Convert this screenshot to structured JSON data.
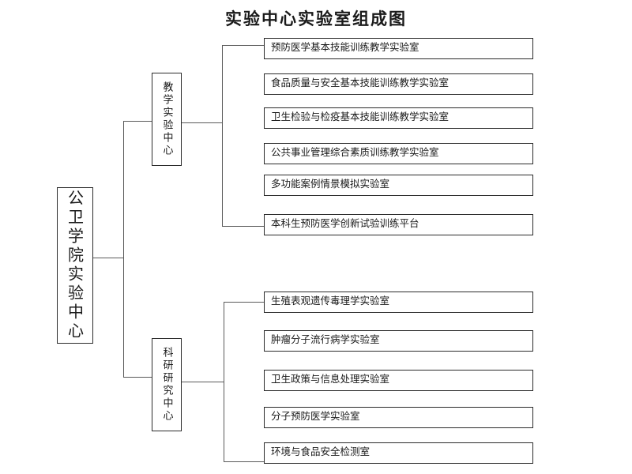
{
  "title": "实验中心实验室组成图",
  "root": {
    "label": "公卫学院实验中心"
  },
  "branches": [
    {
      "label": "教学实验中心",
      "children": [
        "预防医学基本技能训练教学实验室",
        "食品质量与安全基本技能训练教学实验室",
        "卫生检验与检疫基本技能训练教学实验室",
        "公共事业管理综合素质训练教学实验室",
        "多功能案例情景模拟实验室",
        "本科生预防医学创新试验训练平台"
      ]
    },
    {
      "label": "科研研究中心",
      "children": [
        "生殖表观遗传毒理学实验室",
        "肿瘤分子流行病学实验室",
        "卫生政策与信息处理实验室",
        "分子预防医学实验室",
        "环境与食品安全检测室"
      ]
    }
  ],
  "colors": {
    "box_border": "#2b2b2b",
    "connector_line": "#5a5a5a",
    "background": "#ffffff",
    "text": "#1a1a1a"
  }
}
